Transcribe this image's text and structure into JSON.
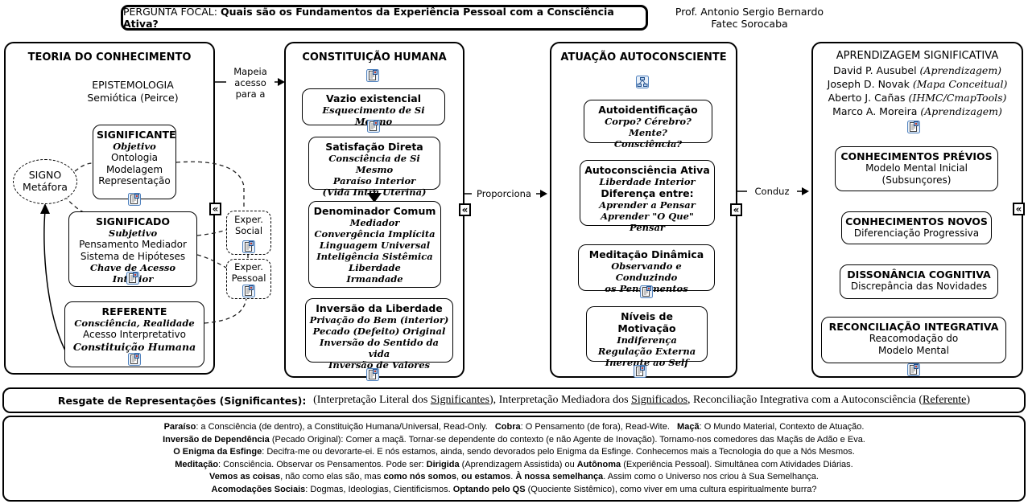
{
  "header": {
    "focal": [
      {
        "t": "PERGUNTA FOCAL: "
      },
      {
        "t": "Quais são os Fundamentos da Experiência Pessoal com a Consciência Ativa?",
        "b": true
      }
    ],
    "author": [
      "Prof. Antonio Sergio Bernardo",
      "Fatec Sorocaba"
    ]
  },
  "links": {
    "mapeia": [
      "Mapeia",
      "acesso",
      "para a"
    ],
    "proporciona": "Proporciona",
    "conduz": "Conduz"
  },
  "teoria": {
    "title": "TEORIA DO CONHECIMENTO",
    "epistemologia": [
      "EPISTEMOLOGIA",
      "Semiótica (Peirce)"
    ],
    "signo": [
      "SIGNO",
      "Metáfora"
    ],
    "significante": {
      "title": "SIGNIFICANTE",
      "script": "Objetivo",
      "lines": [
        "Ontologia",
        "Modelagem",
        "Representação"
      ]
    },
    "significado": {
      "title": "SIGNIFICADO",
      "script": "Subjetivo",
      "lines": [
        "Pensamento Mediador",
        "Sistema de Hipóteses"
      ],
      "script2": "Chave de Acesso Interior"
    },
    "referente": {
      "title": "REFERENTE",
      "script": "Consciência, Realidade",
      "line": "Acesso Interpretativo",
      "script2": "Constituição Humana"
    },
    "exper_social": [
      "Exper.",
      "Social"
    ],
    "exper_pessoal": [
      "Exper.",
      "Pessoal"
    ]
  },
  "constituicao": {
    "title": "CONSTITUIÇÃO HUMANA",
    "vazio": {
      "title": "Vazio existencial",
      "lines": [
        "Esquecimento de Si Mesmo"
      ]
    },
    "satisfacao": {
      "title": "Satisfação Direta",
      "lines": [
        "Consciência de Si Mesmo",
        "Paraíso Interior",
        "(Vida Intra Uterina)"
      ]
    },
    "denominador": {
      "title": "Denominador Comum",
      "lines": [
        "Mediador",
        "Convergência Implícita",
        "Linguagem Universal",
        "Inteligência Sistêmica",
        "Liberdade",
        "Irmandade"
      ]
    },
    "inversao": {
      "title": "Inversão da Liberdade",
      "lines": [
        "Privação do Bem (interior)",
        "Pecado (Defeito) Original",
        "Inversão do Sentido da vida",
        "Inversão de Valores"
      ]
    }
  },
  "atuacao": {
    "title": "ATUAÇÃO AUTOCONSCIENTE",
    "autoident": {
      "title": "Autoidentificação",
      "lines": [
        "Corpo? Cérebro? Mente?",
        "Consciência?"
      ]
    },
    "autoconsc": {
      "title": "Autoconsciência Ativa",
      "lines": [
        {
          "t": "Liberdade Interior",
          "cls": "script"
        },
        {
          "t": "Diferença entre:",
          "cls": "nb-sub"
        },
        {
          "t": "Aprender a Pensar",
          "cls": "script"
        },
        {
          "t": "Aprender \"O Que\" Pensar",
          "cls": "script"
        }
      ]
    },
    "meditacao": {
      "title": "Meditação Dinâmica",
      "lines": [
        "Observando e Conduzindo",
        "os Pensamentos"
      ]
    },
    "niveis": {
      "title": "Níveis de Motivação",
      "lines": [
        "Indiferença",
        "Regulação Externa",
        "Inerente ao Self"
      ]
    }
  },
  "aprendizagem": {
    "title": "APRENDIZAGEM SIGNIFICATIVA",
    "authors": [
      [
        {
          "t": "David P. Ausubel "
        },
        {
          "t": "(Aprendizagem)",
          "cls": "ser"
        }
      ],
      [
        {
          "t": "Joseph D. Novak "
        },
        {
          "t": "(Mapa Conceitual)",
          "cls": "ser"
        }
      ],
      [
        {
          "t": "Aberto J. Cañas "
        },
        {
          "t": "(IHMC/CmapTools)",
          "cls": "ser"
        }
      ],
      [
        {
          "t": "Marco A. Moreira "
        },
        {
          "t": "(Aprendizagem)",
          "cls": "ser"
        }
      ]
    ],
    "previos": {
      "title": "CONHECIMENTOS PRÉVIOS",
      "lines": [
        "Modelo Mental Inicial",
        "(Subsunçores)"
      ]
    },
    "novos": {
      "title": "CONHECIMENTOS NOVOS",
      "lines": [
        "Diferenciação Progressiva"
      ]
    },
    "dissonancia": {
      "title": "DISSONÂNCIA COGNITIVA",
      "lines": [
        "Discrepância das Novidades"
      ]
    },
    "reconciliacao": {
      "title": "RECONCILIAÇÃO INTEGRATIVA",
      "lines": [
        "Reacomodação do",
        "Modelo Mental"
      ]
    }
  },
  "resgate": {
    "label": "Resgate de Representações (Significantes):  ",
    "rest": [
      {
        "t": "(Interpretação Literal dos "
      },
      {
        "t": "Significantes",
        "u": true
      },
      {
        "t": "), Interpretação Mediadora dos "
      },
      {
        "t": "Significados",
        "u": true
      },
      {
        "t": ", Reconciliação Integrativa com a Autoconsciência ("
      },
      {
        "t": "Referente",
        "u": true
      },
      {
        "t": ")"
      }
    ]
  },
  "notes": {
    "lines": [
      [
        {
          "t": "Paraíso",
          "b": true
        },
        {
          "t": ": a Consciência (de dentro), a Constituição Humana/Universal, Read-Only.   "
        },
        {
          "t": "Cobra",
          "b": true
        },
        {
          "t": ": O Pensamento (de fora), Read-Wite.   "
        },
        {
          "t": "Maçã",
          "b": true
        },
        {
          "t": ": O Mundo Material, Contexto de Atuação."
        }
      ],
      [
        {
          "t": "Inversão de Dependência",
          "b": true
        },
        {
          "t": " (Pecado Original): Comer a maçã. Tornar-se dependente do contexto (e não Agente de Inovação). Tornamo-nos comedores das Maçãs de Adão e Eva."
        }
      ],
      [
        {
          "t": "O Enigma da Esfinge",
          "b": true
        },
        {
          "t": ": Decifra-me ou devorarte-ei. E nós estamos, ainda, sendo devorados pelo Enigma da Esfinge. Conhecemos mais a Tecnologia do que a Nós Mesmos."
        }
      ],
      [
        {
          "t": "Meditação",
          "b": true
        },
        {
          "t": ": Consciência. Observar os Pensamentos. Pode ser: "
        },
        {
          "t": "Dirigida",
          "b": true
        },
        {
          "t": " (Aprendizagem Assistida) ou "
        },
        {
          "t": "Autônoma",
          "b": true
        },
        {
          "t": " (Experiência Pessoal). Simultânea com Atividades Diárias."
        }
      ],
      [
        {
          "t": "Vemos as coisas",
          "b": true
        },
        {
          "t": ", não como elas são, mas "
        },
        {
          "t": "como nós somos",
          "b": true
        },
        {
          "t": ", "
        },
        {
          "t": "ou estamos",
          "b": true
        },
        {
          "t": ". "
        },
        {
          "t": "À nossa semelhança",
          "b": true
        },
        {
          "t": ". Assim como o Universo nos criou à Sua Semelhança."
        }
      ],
      [
        {
          "t": "Acomodações Sociais",
          "b": true
        },
        {
          "t": ": Dogmas, Ideologias, Cientificismos. "
        },
        {
          "t": "Optando pelo QS",
          "b": true
        },
        {
          "t": " (Quociente Sistêmico), como viver em uma cultura espiritualmente burra?"
        }
      ]
    ]
  },
  "icons": {
    "resource": "resource-icon",
    "concept_map": "concept-map-icon",
    "chevron": "«"
  }
}
